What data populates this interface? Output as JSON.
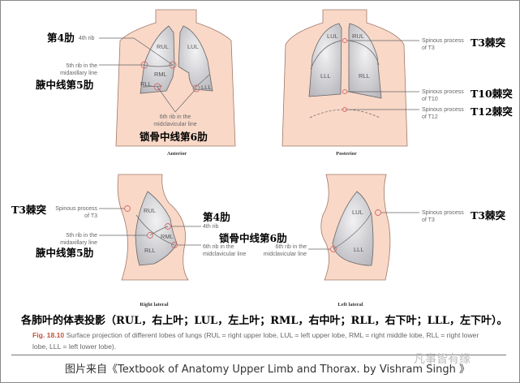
{
  "anterior": {
    "view": "Anterior",
    "lobes": [
      "RUL",
      "LUL",
      "RML",
      "RLL",
      "LLL"
    ],
    "rib4_cn": "第4肋",
    "rib4_en": "4th rib",
    "rib5_en": [
      "5th rib in the",
      "midaxillary line"
    ],
    "rib5_cn": "腋中线第5肋",
    "rib6_en": [
      "6th rib in the",
      "midclavicular line"
    ],
    "rib6_cn": "锁骨中线第6肋"
  },
  "posterior": {
    "view": "Posterior",
    "lobes": [
      "LUL",
      "RUL",
      "LLL",
      "RLL"
    ],
    "t3_en": [
      "Spinous process",
      "of T3"
    ],
    "t3_cn": "T3棘突",
    "t10_en": [
      "Spinous process",
      "of T10"
    ],
    "t10_cn": "T10棘突",
    "t12_en": [
      "Spinous process",
      "of T12"
    ],
    "t12_cn": "T12棘突"
  },
  "right_lateral": {
    "view": "Right lateral",
    "lobes": [
      "RUL",
      "RML",
      "RLL"
    ],
    "t3_en": [
      "Spinous process",
      "of T3"
    ],
    "t3_cn": "T3棘突",
    "rib4_cn": "第4肋",
    "rib4_en": "4th rib",
    "rib5_en": [
      "5th rib in the",
      "midaxillary line"
    ],
    "rib5_cn": "腋中线第5肋",
    "rib6_en": [
      "6th rib in the",
      "midclavicular line"
    ],
    "rib6_cn": "锁骨中线第6肋"
  },
  "left_lateral": {
    "view": "Left lateral",
    "lobes": [
      "LUL",
      "LLL"
    ],
    "t3_en": [
      "Spinous process",
      "of T3"
    ],
    "t3_cn": "T3棘突",
    "rib6_en": [
      "6th rib in the",
      "midclavicular line"
    ]
  },
  "caption_cn": "各肺叶的体表投影（RUL，右上叶；LUL，左上叶；RML，右中叶；RLL，右下叶；LLL，左下叶）。",
  "figure": {
    "number": "Fig. 18.10",
    "text": "Surface projection of different lobes of lungs (RUL = right upper lobe, LUL = left upper lobe, RML = right middle lobe, RLL = right lower lobe, LLL = left lower lobe)."
  },
  "source": "图片来自《Textbook of Anatomy  Upper Limb and Thorax. by Vishram Singh 》",
  "watermark": "凡事皆有缘",
  "colors": {
    "skin": "#f9d8c8",
    "lung": "#d4d4d8",
    "marker": "#d46a6a",
    "figure_number": "#c0533e"
  }
}
